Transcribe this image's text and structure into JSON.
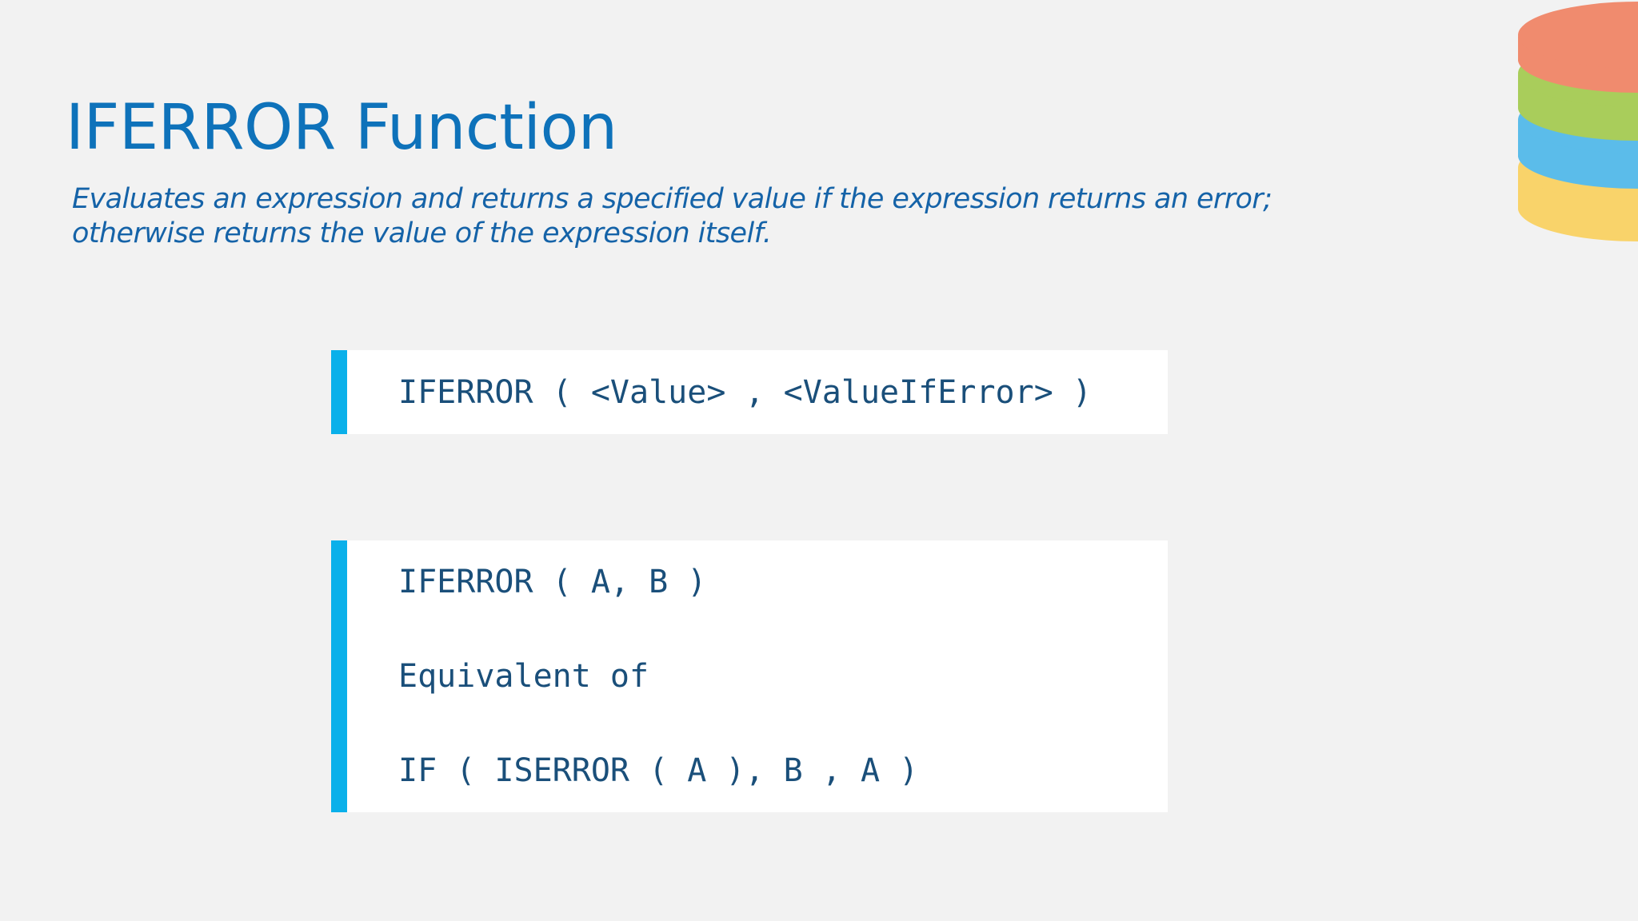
{
  "slide": {
    "title": "IFERROR Function",
    "subtitle_lines": [
      "Evaluates an expression and returns a specified value if the expression returns an error;",
      "otherwise returns the value of the expression itself."
    ],
    "syntax": "IFERROR ( <Value> , <ValueIfError> )",
    "example_lines": [
      "IFERROR ( A, B )",
      "Equivalent of",
      "IF ( ISERROR ( A ), B , A )"
    ]
  },
  "colors": {
    "title": "#0e72ba",
    "subtitle": "#1563a8",
    "code_text": "#1a4f7a",
    "accent_bar": "#0ab0ea",
    "background": "#f2f2f2",
    "logo_layers": [
      "#f08b6e",
      "#a9cd5b",
      "#5bbcea",
      "#f9d36a"
    ]
  },
  "icons": {
    "logo": "stacked-disks-logo-icon"
  }
}
